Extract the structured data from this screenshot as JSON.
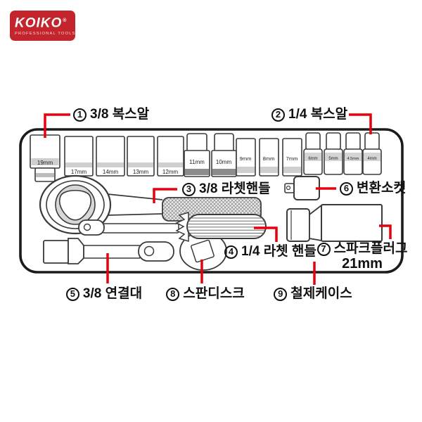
{
  "brand": {
    "name": "KOIKO",
    "registered": "®",
    "tagline": "PROFESSIONAL TOOLS"
  },
  "callouts": [
    {
      "num": "1",
      "text": "3/8 복스알"
    },
    {
      "num": "2",
      "text": "1/4 복스알"
    },
    {
      "num": "3",
      "text": "3/8 라쳇핸들"
    },
    {
      "num": "4",
      "text": "1/4 라쳇 핸들"
    },
    {
      "num": "5",
      "text": "3/8 연결대"
    },
    {
      "num": "6",
      "text": "변환소켓"
    },
    {
      "num": "7",
      "text": "스파크플러그",
      "line2": "21mm"
    },
    {
      "num": "8",
      "text": "스판디스크"
    },
    {
      "num": "9",
      "text": "철제케이스"
    }
  ],
  "sockets": {
    "large": [
      "19mm",
      "17mm",
      "14mm",
      "13mm",
      "12mm"
    ],
    "medium": [
      "11mm",
      "10mm"
    ],
    "small": [
      "9mm",
      "8mm",
      "7mm"
    ],
    "mini": [
      "6mm",
      "5mm",
      "4.5mm",
      "4mm"
    ]
  },
  "colors": {
    "callout_red": "#e8000d",
    "logo_red": "#c4242b",
    "line_dark": "#1b1b1b"
  }
}
